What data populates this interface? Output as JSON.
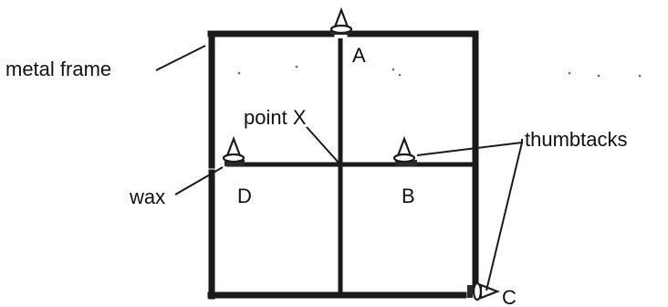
{
  "labels": {
    "frame": "metal frame",
    "point_x": "point X",
    "thumbtacks": "thumbtacks",
    "wax": "wax",
    "a": "A",
    "b": "B",
    "c": "C",
    "d": "D"
  },
  "icons": {
    "tack_a": "thumbtack-icon",
    "tack_b": "thumbtack-icon",
    "tack_c": "thumbtack-icon",
    "tack_d": "thumbtack-icon"
  },
  "colors": {
    "ink": "#1a1a1a",
    "background": "#ffffff"
  }
}
